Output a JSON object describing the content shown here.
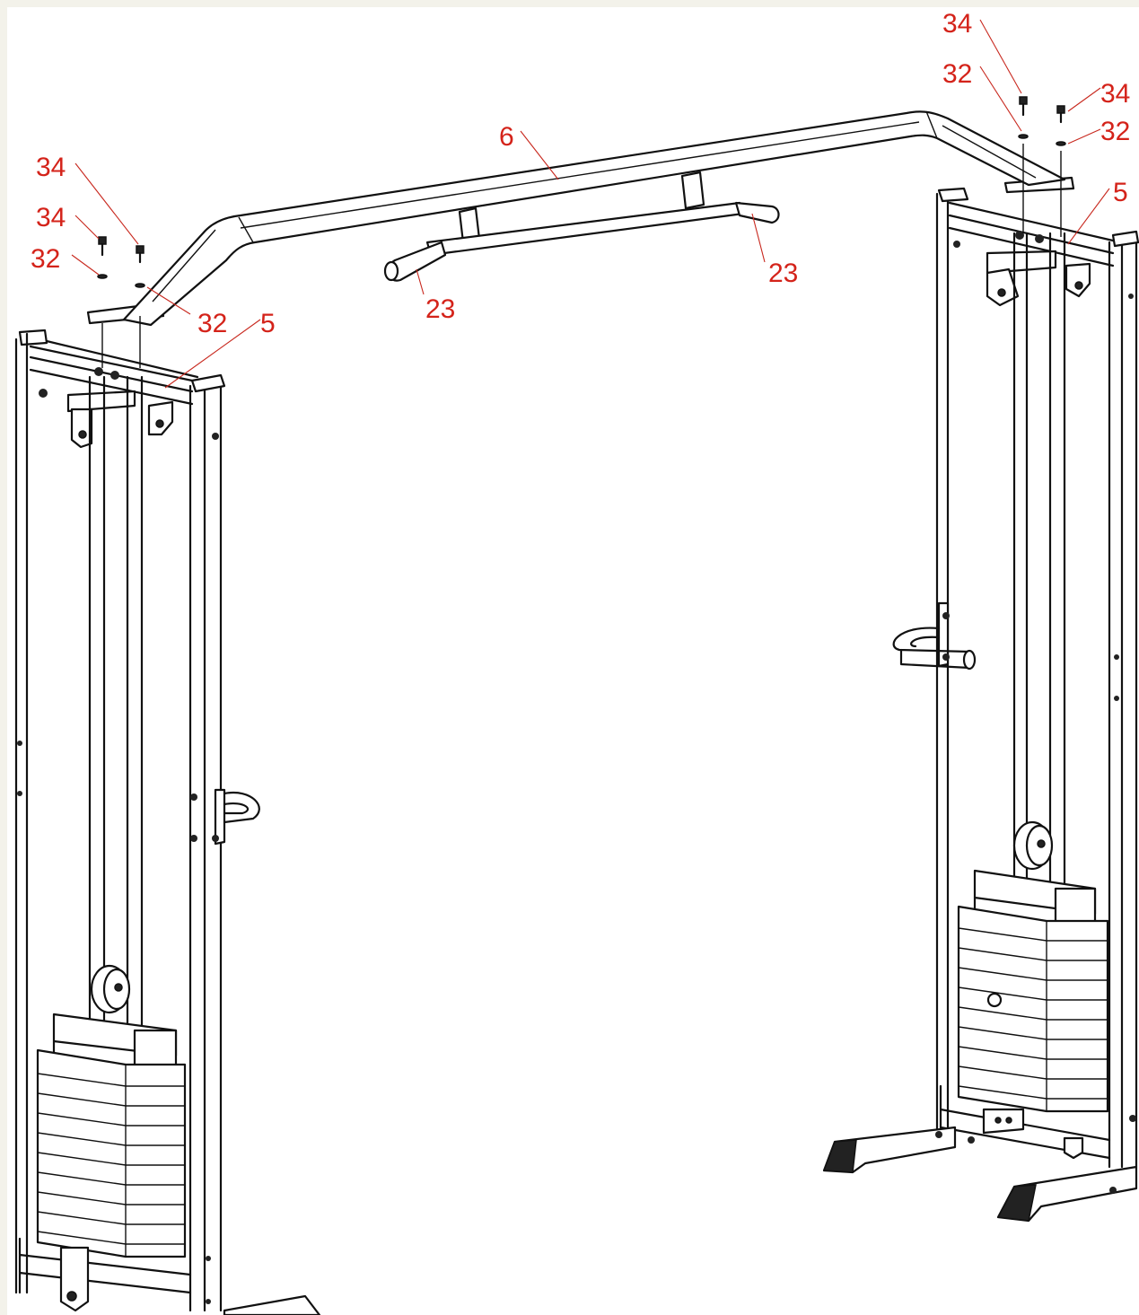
{
  "colors": {
    "background": "#f3f2ea",
    "paper": "#ffffff",
    "linework": "#111111",
    "callout": "#d4231a"
  },
  "callouts": {
    "top_right_bolt_a": "34",
    "top_right_washer_a": "32",
    "top_right_bolt_b": "34",
    "top_right_washer_b": "32",
    "right_upright": "5",
    "crossbar": "6",
    "left_bolt_a": "34",
    "left_bolt_b": "34",
    "left_washer_a": "32",
    "left_washer_b": "32",
    "left_upright": "5",
    "handle_right": "23",
    "handle_left": "23"
  }
}
